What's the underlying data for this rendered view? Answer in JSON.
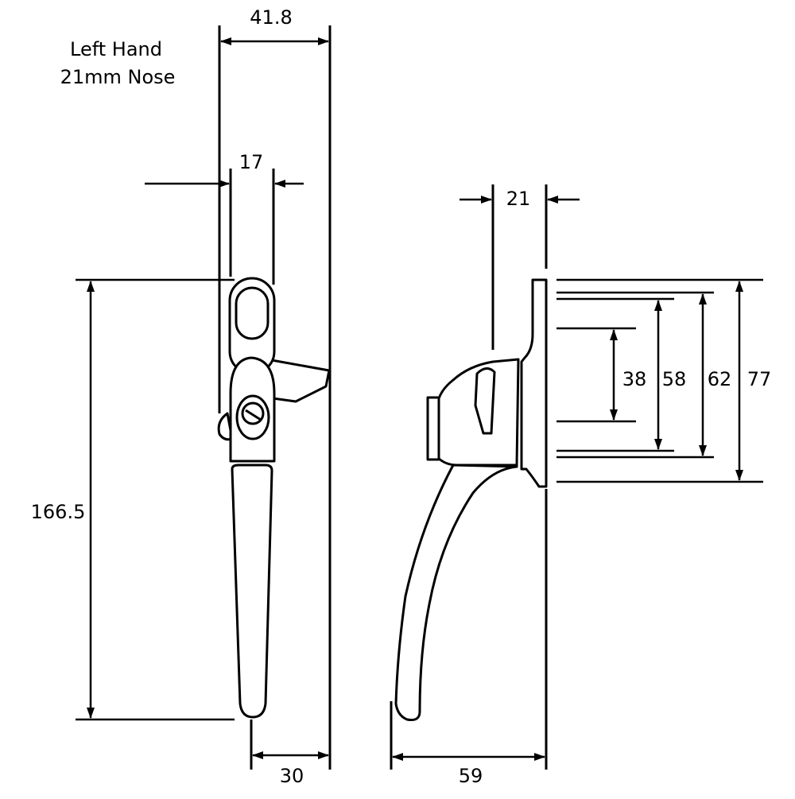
{
  "title": {
    "line1": "Left Hand",
    "line2": "21mm Nose"
  },
  "dimensions": {
    "overall_width": "41.8",
    "spindle_offset": "17",
    "nose": "21",
    "height": "166.5",
    "base_width": "30",
    "projection": "59",
    "fixing_38": "38",
    "fixing_58": "58",
    "fixing_62": "62",
    "plate_77": "77"
  }
}
